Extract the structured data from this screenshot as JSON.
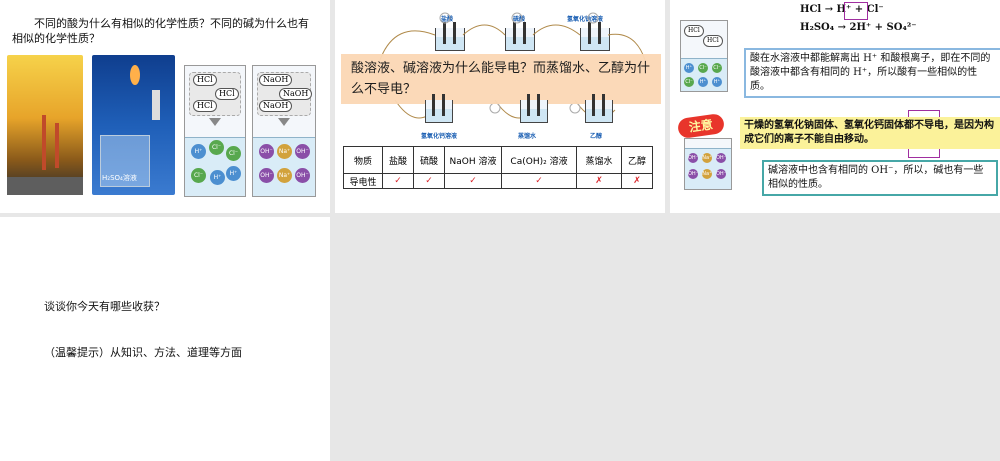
{
  "slide1": {
    "question": "不同的酸为什么有相似的化学性质？不同的碱为什么也有相似的化学性质？",
    "photo_caption": "H₂SO₄溶液",
    "acid_beaker": {
      "molecules": [
        "HCl",
        "HCl",
        "HCl"
      ],
      "ions": [
        "H⁺",
        "Cl⁻",
        "Cl⁻",
        "Cl⁻",
        "H⁺",
        "H⁺"
      ]
    },
    "base_beaker": {
      "molecules": [
        "NaOH",
        "NaOH",
        "NaOH"
      ],
      "ions": [
        "OH⁻",
        "Na⁺",
        "OH⁻",
        "OH⁻",
        "Na⁺",
        "OH⁻"
      ]
    }
  },
  "slide2": {
    "top_labels": [
      "盐酸",
      "硫酸",
      "氢氧化钠溶液"
    ],
    "bottom_labels": [
      "氢氧化钙溶液",
      "蒸馏水",
      "乙醇"
    ],
    "question": "酸溶液、碱溶液为什么能导电？而蒸馏水、乙醇为什么不导电？",
    "table": {
      "headers": [
        "物质",
        "盐酸",
        "硫酸",
        "NaOH 溶液",
        "Ca(OH)₂ 溶液",
        "蒸馏水",
        "乙醇"
      ],
      "row_label": "导电性",
      "results": [
        "✓",
        "✓",
        "✓",
        "✓",
        "✗",
        "✗"
      ]
    }
  },
  "slide3": {
    "eq1": "HCl → H⁺ + Cl⁻",
    "eq2": "H₂SO₄ → 2H⁺ + SO₄²⁻",
    "acid_note": "酸在水溶液中都能解离出 H⁺ 和酸根离子，即在不同的酸溶液中都含有相同的 H⁺，所以酸有一些相似的性质。",
    "attention_icon": "注意",
    "warning_note": "干燥的氢氧化钠固体、氢氧化钙固体都不导电，是因为构成它们的离子不能自由移动。",
    "base_note": "碱溶液中也含有相同的 OH⁻，所以，碱也有一些相似的性质。"
  },
  "slide4": {
    "line1": "谈谈你今天有哪些收获？",
    "line2": "（温馨提示）从知识、方法、道理等方面"
  },
  "colors": {
    "background": "#e7e7e7",
    "banner": "#fbd8b5",
    "blue_border": "#8ab8e0",
    "yellow": "#fbf29a",
    "teal_border": "#46a7a7",
    "check_red": "#d9262b"
  }
}
